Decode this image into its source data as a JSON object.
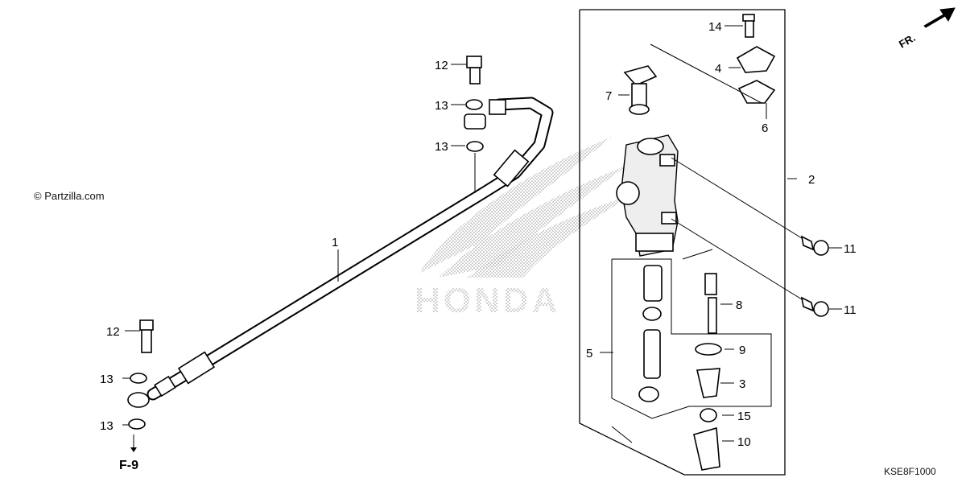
{
  "diagram": {
    "diagram_code": "KSE8F1000",
    "watermark_text": "© Partzilla.com",
    "logo_text": "HONDA",
    "direction_label": "FR.",
    "reference_label": "F-9",
    "callouts": [
      "1",
      "2",
      "3",
      "4",
      "5",
      "6",
      "7",
      "8",
      "9",
      "10",
      "11",
      "11",
      "12",
      "12",
      "13",
      "13",
      "13",
      "13",
      "14",
      "15"
    ],
    "colors": {
      "line": "#000000",
      "background": "#ffffff",
      "watermark_dots": "#9a9a9a"
    }
  }
}
